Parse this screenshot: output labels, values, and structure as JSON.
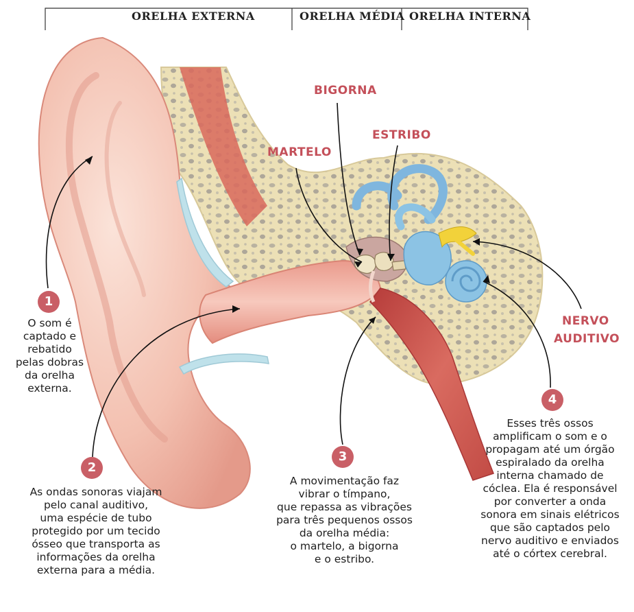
{
  "header": {
    "sections": [
      "ORELHA EXTERNA",
      "ORELHA MÉDIA",
      "ORELHA INTERNA"
    ]
  },
  "parts": {
    "bigorna": "BIGORNA",
    "estribo": "ESTRIBO",
    "martelo": "MARTELO",
    "nervo_line1": "NERVO",
    "nervo_line2": "AUDITIVO"
  },
  "steps": [
    {
      "number": "1",
      "lines": [
        "O som é",
        "captado e",
        "rebatido",
        "pelas dobras",
        "da orelha",
        "externa."
      ]
    },
    {
      "number": "2",
      "lines": [
        "As ondas sonoras viajam",
        "pelo canal auditivo,",
        "uma espécie de tubo",
        "protegido por um tecido",
        "ósseo que transporta as",
        "informações da orelha",
        "externa para a média."
      ]
    },
    {
      "number": "3",
      "lines": [
        "A movimentação faz",
        "vibrar o tímpano,",
        "que repassa as vibrações",
        "para três pequenos ossos",
        "da orelha média:",
        "o martelo, a bigorna",
        "e o estribo."
      ]
    },
    {
      "number": "4",
      "lines": [
        "Esses três ossos",
        "amplificam o som e o",
        "propagam até um órgão",
        "espiralado da orelha",
        "interna chamado de",
        "cóclea. Ela é responsável",
        "por converter a onda",
        "sonora em sinais elétricos",
        "que são captados pelo",
        "nervo auditivo e enviados",
        "até o córtex cerebral."
      ]
    }
  ],
  "colors": {
    "accent": "#c95f66",
    "label": "#c4505a",
    "skin": "#f4c2b4",
    "bone": "#e9dcb0",
    "inner_ear": "#8cc3e4",
    "nerve": "#f2d23a"
  }
}
